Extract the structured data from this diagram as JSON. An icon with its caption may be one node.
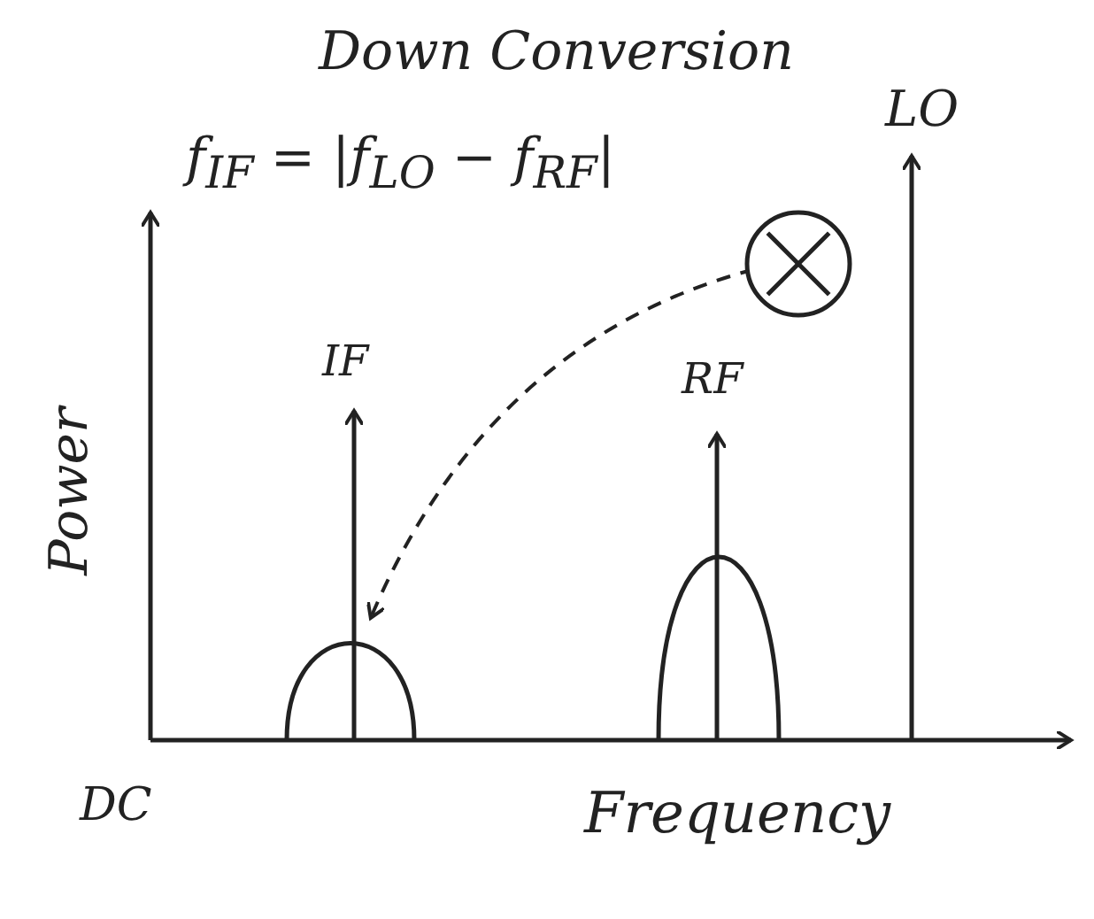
{
  "diagram": {
    "title": "Down Conversion",
    "nodes": [
      {
        "text": [],
        "shape": "circle"
      },
      {
        "text": [],
        "shape": "curve"
      }
    ],
    "edges": [
      {
        "from": 0,
        "to": 1,
        "arrow": "to",
        "style": "dashed"
      }
    ],
    "labels": [
      "LO",
      "f$_{IF}$ = |f$_{LO}$ − f$_{RF}$|",
      "IF",
      "RF",
      "Power",
      "DC",
      "Frequency"
    ]
  }
}
